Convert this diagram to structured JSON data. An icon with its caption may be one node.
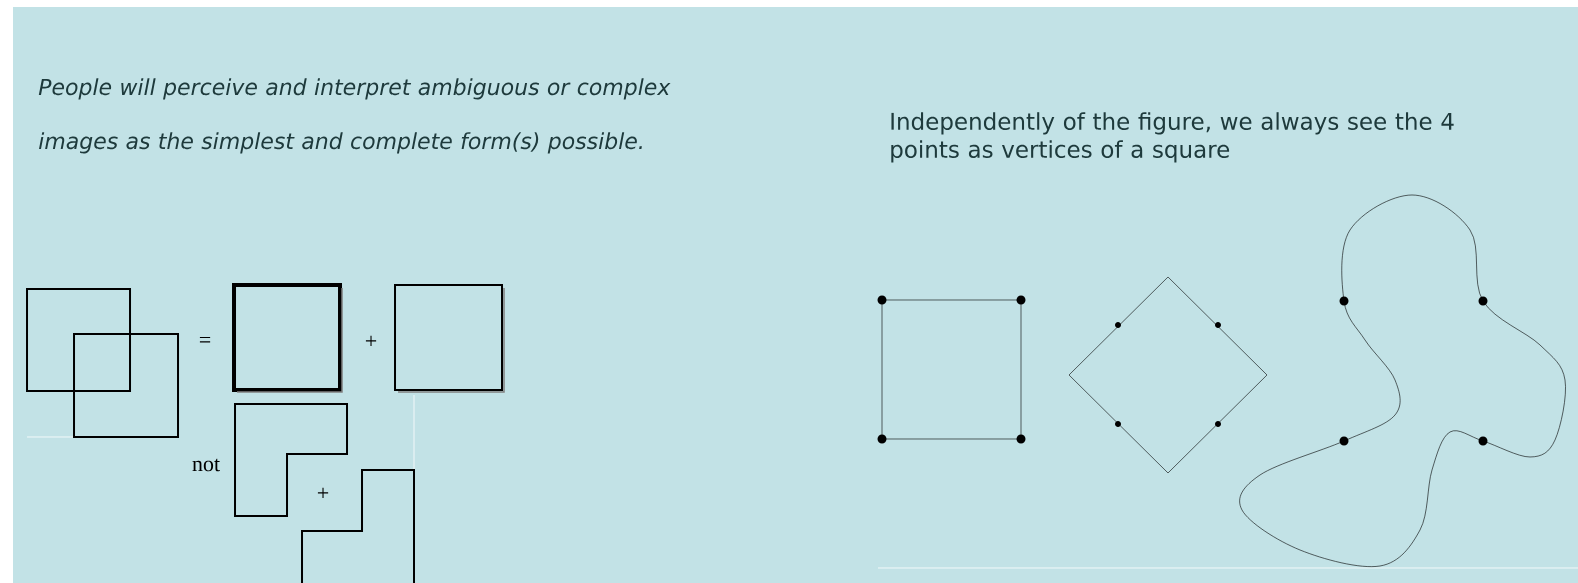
{
  "diagram": {
    "labels": [
      "People will perceive and interpret ambiguous or complex images as the simplest and complete form(s) possible.",
      "=",
      "+",
      "not",
      "+",
      "Independently of the figure, we always see the 4 points as vertices of a square"
    ]
  }
}
